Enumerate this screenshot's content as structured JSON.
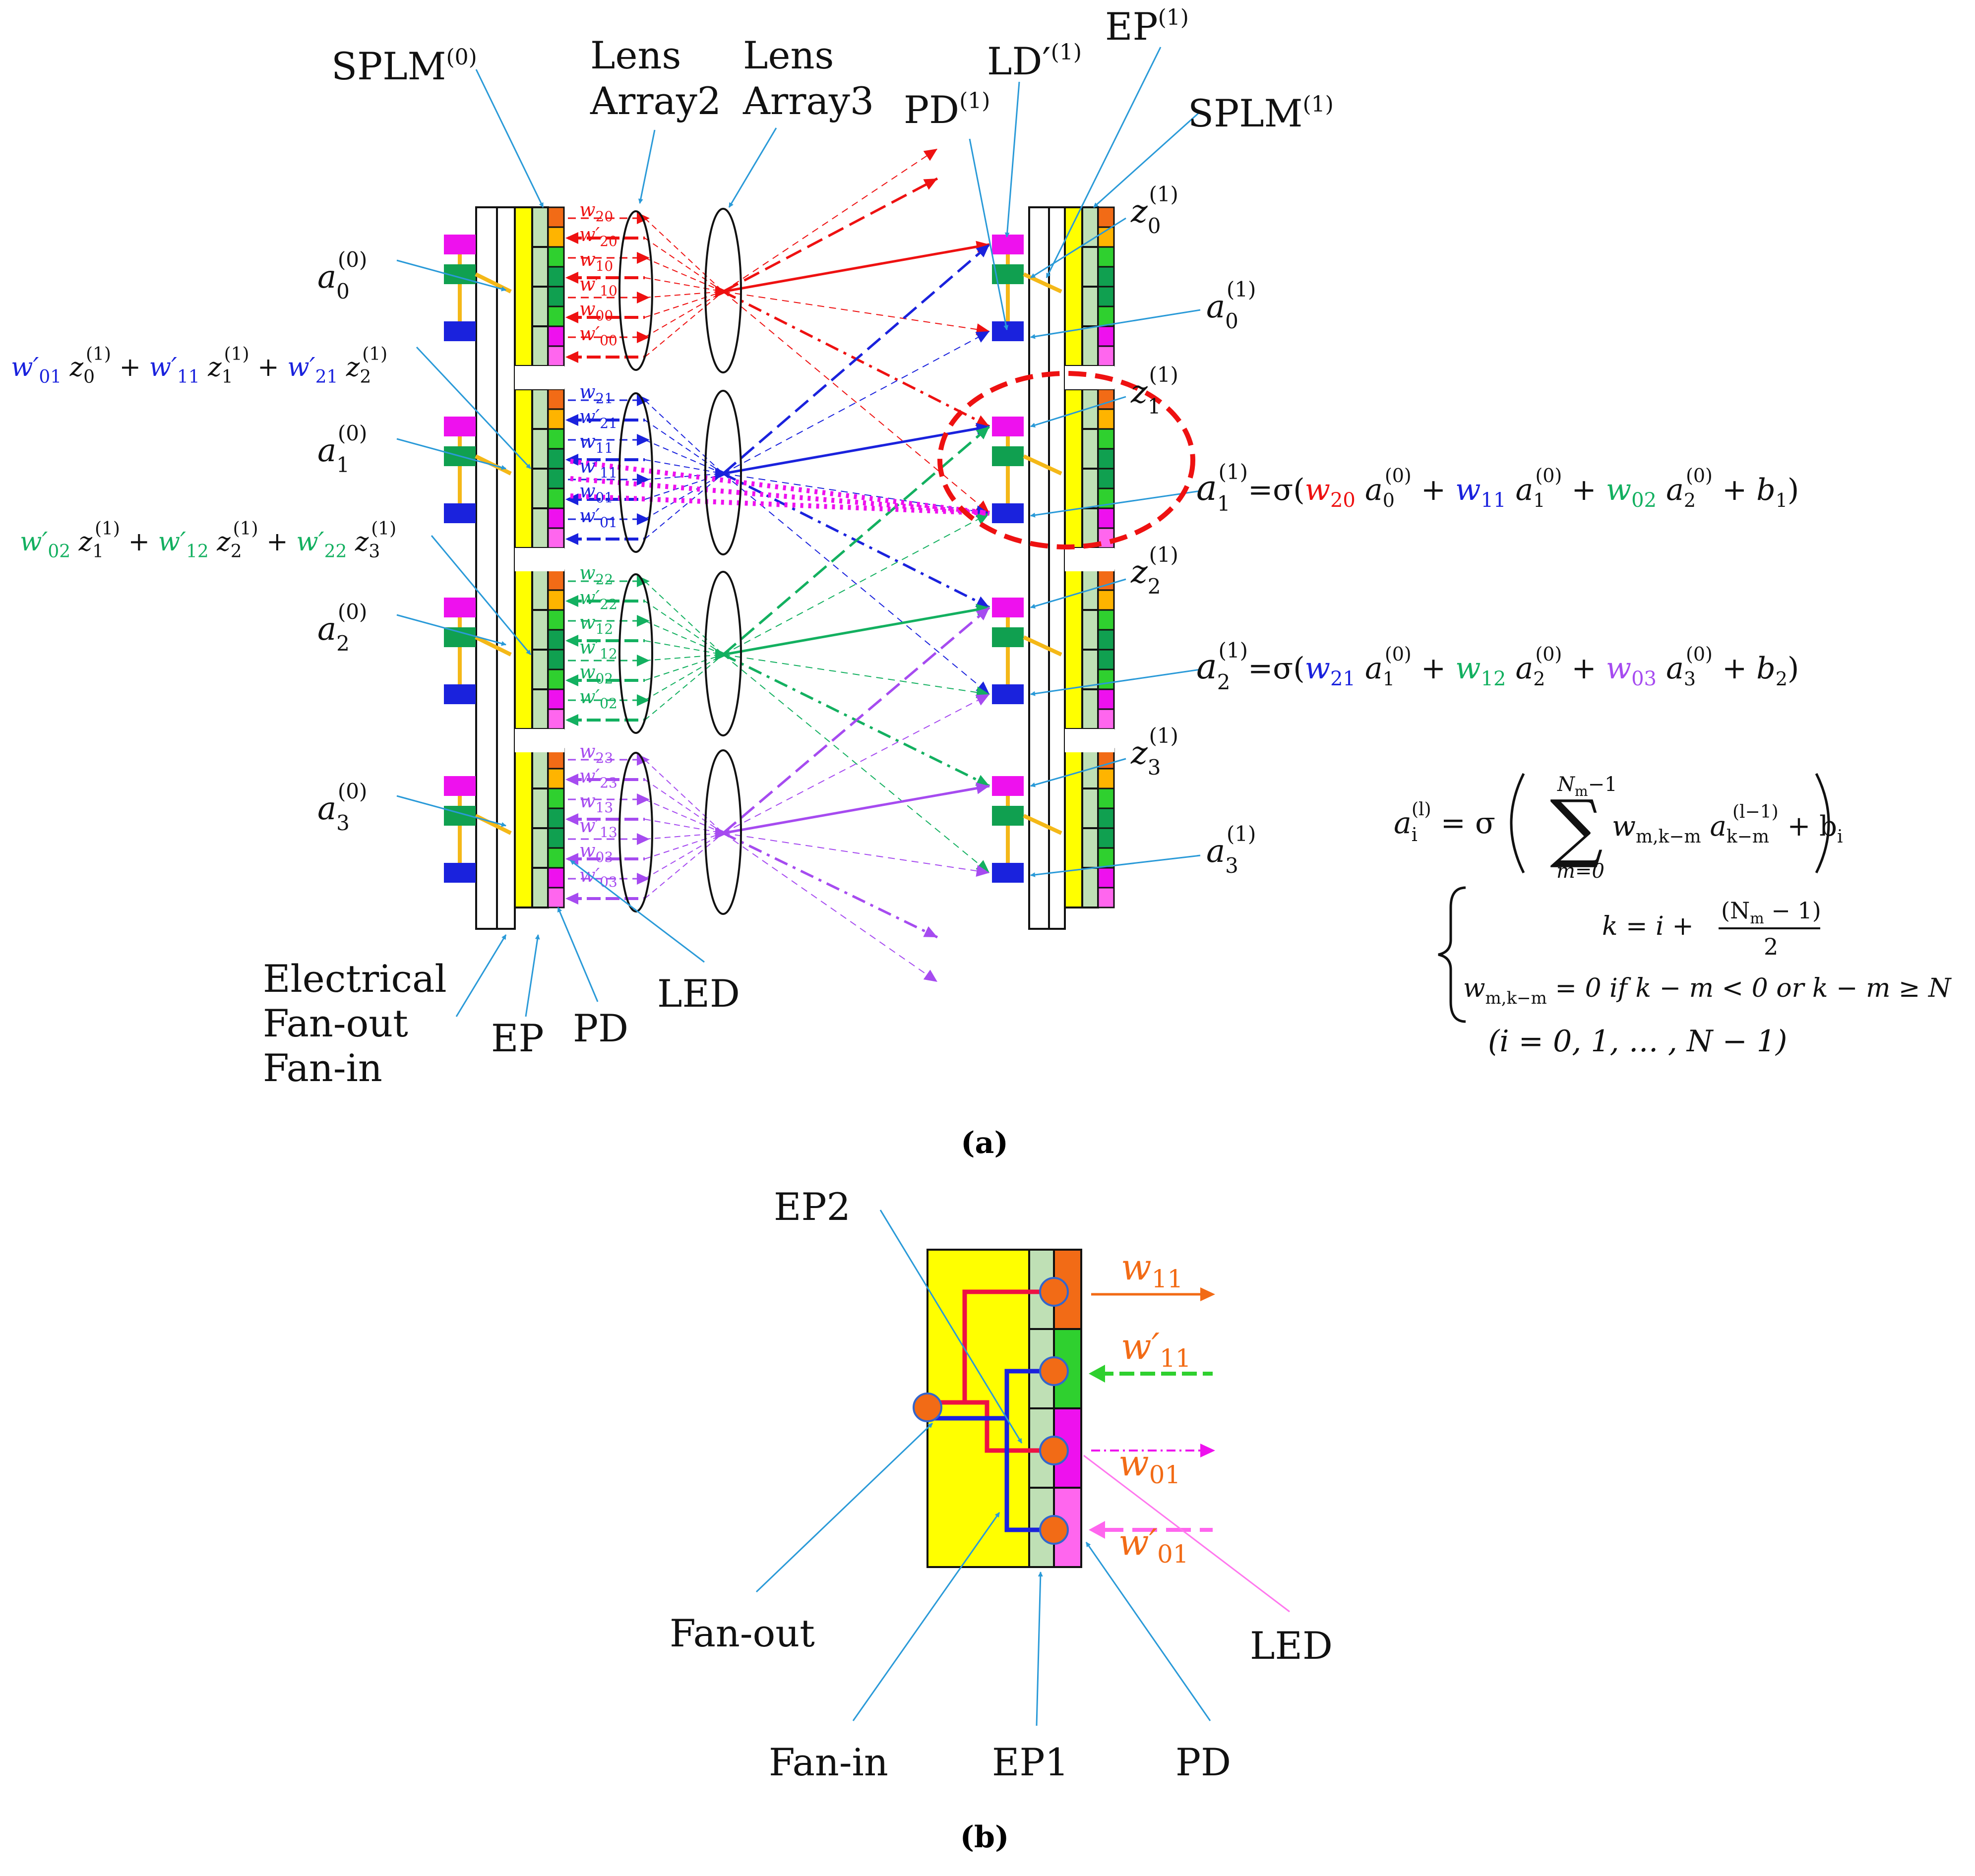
{
  "colors": {
    "red": "#ee1111",
    "blue": "#1a22dd",
    "green": "#13b060",
    "purple": "#a64bf0",
    "yellow": "#ffff00",
    "light_green": "#bfe0b5",
    "orange": "#f26b16",
    "amber": "#ffb400",
    "lime": "#2fd02f",
    "dark_green": "#10a050",
    "magenta": "#ee11ee",
    "pink": "#ff66ee",
    "cyan_arrow": "#2a9ad8",
    "gold": "#f4b818"
  },
  "figure_a": {
    "caption": "(a)",
    "labels": {
      "splm0_base": "SPLM",
      "splm0_sup": "(0)",
      "lens_array2_l1": "Lens",
      "lens_array2_l2": "Array2",
      "lens_array3_l1": "Lens",
      "lens_array3_l2": "Array3",
      "pd1_base": "PD",
      "pd1_sup": "(1)",
      "ld1_base": "LD′",
      "ld1_sup": "(1)",
      "ep1_base": "EP",
      "ep1_sup": "(1)",
      "splm1_base": "SPLM",
      "splm1_sup": "(1)",
      "electrical_l1": "Electrical",
      "electrical_l2": "Fan-out",
      "electrical_l3": "Fan-in",
      "ep": "EP",
      "pd": "PD",
      "led": "LED"
    },
    "activations_in": [
      {
        "base": "a",
        "sub": "0",
        "sup": "(0)"
      },
      {
        "base": "a",
        "sub": "1",
        "sup": "(0)"
      },
      {
        "base": "a",
        "sub": "2",
        "sup": "(0)"
      },
      {
        "base": "a",
        "sub": "3",
        "sup": "(0)"
      }
    ],
    "z_out": [
      {
        "base": "z",
        "sub": "0",
        "sup": "(1)"
      },
      {
        "base": "z",
        "sub": "1",
        "sup": "(1)"
      },
      {
        "base": "z",
        "sub": "2",
        "sup": "(1)"
      },
      {
        "base": "z",
        "sub": "3",
        "sup": "(1)"
      }
    ],
    "a_out": [
      {
        "base": "a",
        "sub": "0",
        "sup": "(1)"
      },
      {
        "base": "a",
        "sub": "1",
        "sup": "(1)"
      },
      {
        "base": "a",
        "sub": "2",
        "sup": "(1)"
      },
      {
        "base": "a",
        "sub": "3",
        "sup": "(1)"
      }
    ],
    "weight_groups": [
      {
        "color": "red",
        "labels": [
          "w20",
          "w′20",
          "w10",
          "w′10",
          "w00",
          "w′00"
        ]
      },
      {
        "color": "blue",
        "labels": [
          "w21",
          "w′21",
          "w11",
          "w′11",
          "w01",
          "w′01"
        ]
      },
      {
        "color": "green",
        "labels": [
          "w22",
          "w′22",
          "w12",
          "w′12",
          "w02",
          "w′02"
        ]
      },
      {
        "color": "purple",
        "labels": [
          "w23",
          "w′23",
          "w13",
          "w′13",
          "w03",
          "w′03"
        ]
      }
    ],
    "backprop_eq1": {
      "t1": "w′",
      "t1s": "01",
      "z1": "z",
      "z1s": "0",
      "z1p": "(1)",
      "plus": " + ",
      "t2": "w′",
      "t2s": "11",
      "z2": "z",
      "z2s": "1",
      "z2p": "(1)",
      "t3": "w′",
      "t3s": "21",
      "z3": "z",
      "z3s": "2",
      "z3p": "(1)"
    },
    "backprop_eq2": {
      "t1": "w′",
      "t1s": "02",
      "z1": "z",
      "z1s": "1",
      "z1p": "(1)",
      "plus": " + ",
      "t2": "w′",
      "t2s": "12",
      "z2": "z",
      "z2s": "2",
      "z2p": "(1)",
      "t3": "w′",
      "t3s": "22",
      "z3": "z",
      "z3s": "3",
      "z3p": "(1)"
    },
    "eq_a1": {
      "lhs": "a",
      "lhs_sub": "1",
      "lhs_sup": "(1)",
      "eq": "=σ(",
      "w1": "w",
      "w1s": "20",
      "v1": "a",
      "v1s": "0",
      "v1p": "(0)",
      "w2": "w",
      "w2s": "11",
      "v2": "a",
      "v2s": "1",
      "v2p": "(0)",
      "w3": "w",
      "w3s": "02",
      "v3": "a",
      "v3s": "2",
      "v3p": "(0)",
      "plus": " + ",
      "b": "b",
      "bs": "1",
      "close": ")"
    },
    "eq_a2": {
      "lhs": "a",
      "lhs_sub": "2",
      "lhs_sup": "(1)",
      "eq": "=σ(",
      "w1": "w",
      "w1s": "21",
      "v1": "a",
      "v1s": "1",
      "v1p": "(0)",
      "w2": "w",
      "w2s": "12",
      "v2": "a",
      "v2s": "2",
      "v2p": "(0)",
      "w3": "w",
      "w3s": "03",
      "v3": "a",
      "v3s": "3",
      "v3p": "(0)",
      "plus": " + ",
      "b": "b",
      "bs": "2",
      "close": ")"
    },
    "general_eq": {
      "lhs": "a",
      "lhs_sub": "i",
      "lhs_sup": "(l)",
      "eq": " = σ",
      "sum_top": "N",
      "sum_top_sub": "m",
      "sum_top_tail": "−1",
      "sum_bottom": "m=0",
      "term": "w",
      "term_sub": "m,k−m",
      "var": "a",
      "var_sub": "k−m",
      "var_sup": "(l−1)",
      "plus_b": " + b",
      "b_sub": "i",
      "case1_lhs": "k = i + ",
      "case1_num": "(N",
      "case1_num_sub": "m",
      "case1_num_tail": " − 1)",
      "case1_den": "2",
      "case2": "w",
      "case2_sub": "m,k−m",
      "case2_tail": " = 0 if k − m < 0 or k − m ≥ N",
      "range": "(i = 0, 1, … , N − 1)"
    }
  },
  "figure_b": {
    "caption": "(b)",
    "labels": {
      "ep2": "EP2",
      "fan_out": "Fan-out",
      "fan_in": "Fan-in",
      "ep1": "EP1",
      "pd": "PD",
      "led": "LED"
    },
    "weights": [
      {
        "base": "w",
        "sub": "11",
        "color": "orange"
      },
      {
        "base": "w′",
        "sub": "11",
        "color": "orange"
      },
      {
        "base": "w",
        "sub": "01",
        "color": "orange"
      },
      {
        "base": "w′",
        "sub": "01",
        "color": "orange"
      }
    ]
  }
}
